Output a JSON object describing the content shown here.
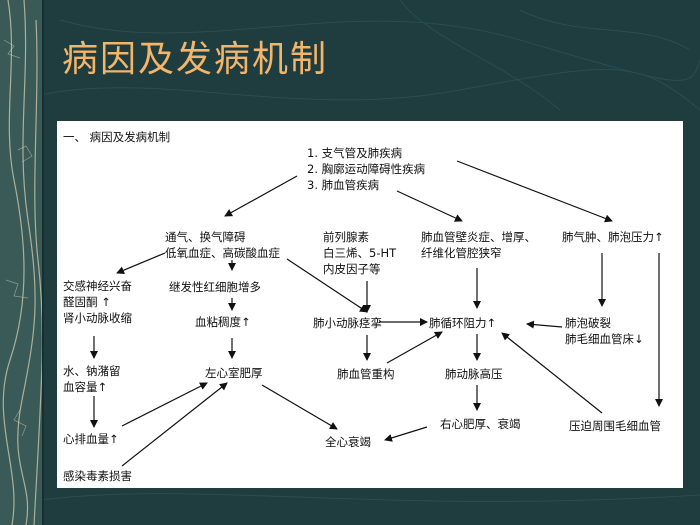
{
  "slide": {
    "title": "病因及发病机制"
  },
  "diagram": {
    "heading": "一、    病因及发病机制",
    "causes": [
      "1. 支气管及肺疾病",
      "2. 胸廓运动障碍性疾病",
      "3. 肺血管疾病"
    ],
    "ventilation": [
      "通气、换气障碍",
      "低氧血症、高碳酸血症"
    ],
    "mediators": [
      "前列腺素",
      "白三烯、5-HT",
      "内皮因子等"
    ],
    "vascular_inflammation": [
      "肺血管壁炎症、增厚、",
      "纤维化管腔狭窄"
    ],
    "emphysema": "肺气肿、肺泡压力↑",
    "sympathetic": [
      "交感神经兴奋",
      "醛固酮 ↑",
      "肾小动脉收缩"
    ],
    "erythrocytosis": "继发性红细胞增多",
    "blood_viscosity": "血粘稠度↑",
    "arteriolar_spasm": "肺小动脉痉挛",
    "pulmonary_resistance": "肺循环阻力↑",
    "alveolar_rupture": [
      "肺泡破裂",
      "肺毛细血管床↓"
    ],
    "fluid_retention": [
      "水、钠潴留",
      "血容量↑"
    ],
    "lv_hypertrophy": "左心室肥厚",
    "vascular_remodeling": "肺血管重构",
    "pulmonary_hypertension": "肺动脉高压",
    "cardiac_output": "心排血量↑",
    "rv_failure": "右心肥厚、衰竭",
    "capillary_compression": "压迫周围毛细血管",
    "heart_failure": "全心衰竭",
    "infection": "感染毒素损害"
  }
}
